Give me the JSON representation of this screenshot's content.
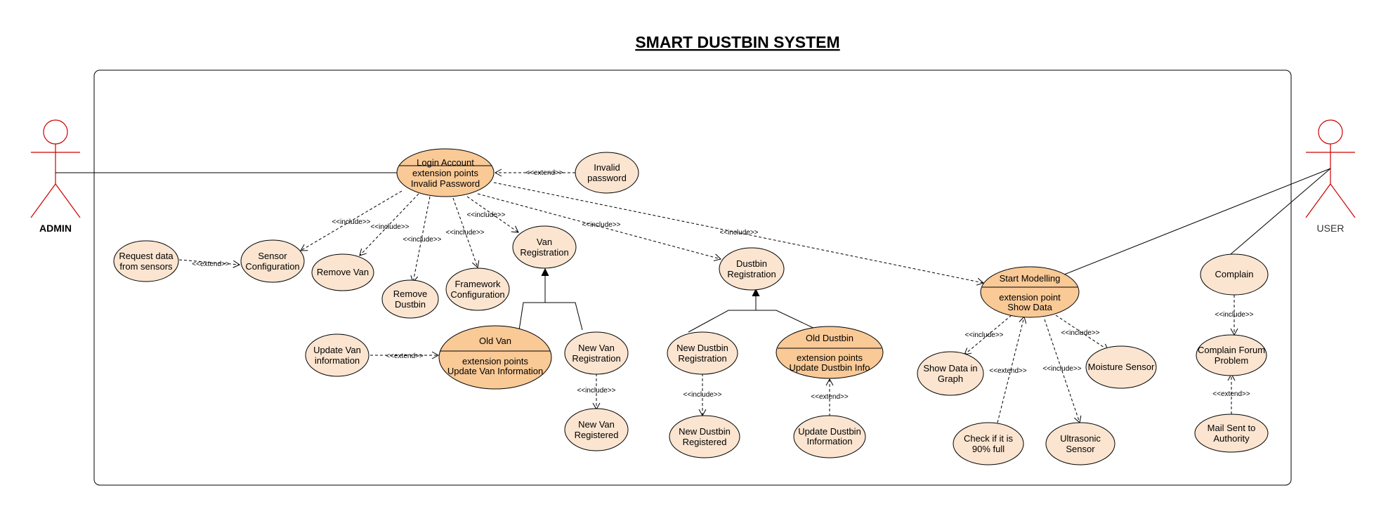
{
  "title": "SMART DUSTBIN SYSTEM",
  "colors": {
    "use_case_fill": "#fbe5d0",
    "highlight_fill": "#f9c996",
    "actor_stroke": "#cc0000",
    "line": "#000000"
  },
  "actors": {
    "admin": "ADMIN",
    "user": "USER"
  },
  "use_cases": {
    "login": [
      "Login Account",
      "extension points",
      "Invalid Password"
    ],
    "invalid_password": [
      "Invalid",
      "password"
    ],
    "request_data": [
      "Request data",
      "from sensors"
    ],
    "sensor_config": [
      "Sensor",
      "Configuration"
    ],
    "remove_van": [
      "Remove Van"
    ],
    "remove_dustbin": [
      "Remove",
      "Dustbin"
    ],
    "framework_config": [
      "Framework",
      "Configuration"
    ],
    "van_registration": [
      "Van",
      "Registration"
    ],
    "dustbin_registration": [
      "Dustbin",
      "Registration"
    ],
    "start_modelling": [
      "Start Modelling",
      "extension point",
      "Show Data"
    ],
    "complain": [
      "Complain"
    ],
    "complain_forum": [
      "Complain Forum",
      "Problem"
    ],
    "mail_sent": [
      "Mail Sent to",
      "Authority"
    ],
    "update_van_info": [
      "Update Van",
      "information"
    ],
    "old_van": [
      "Old Van",
      "extension points",
      "Update Van Information"
    ],
    "new_van_registration": [
      "New Van",
      "Registration"
    ],
    "new_van_registered": [
      "New Van",
      "Registered"
    ],
    "new_dustbin_registration": [
      "New Dustbin",
      "Registration"
    ],
    "new_dustbin_registered": [
      "New Dustbin",
      "Registered"
    ],
    "old_dustbin": [
      "Old Dustbin",
      "extension points",
      "Update Dustbin Info"
    ],
    "update_dustbin_info": [
      "Update Dustbin",
      "Information"
    ],
    "show_data_graph": [
      "Show Data in",
      "Graph"
    ],
    "check_90": [
      "Check if it is",
      "90% full"
    ],
    "ultrasonic": [
      "Ultrasonic",
      "Sensor"
    ],
    "moisture": [
      "Moisture Sensor"
    ]
  },
  "relations": {
    "include": "<<include>>",
    "extend": "<<extend>>"
  }
}
